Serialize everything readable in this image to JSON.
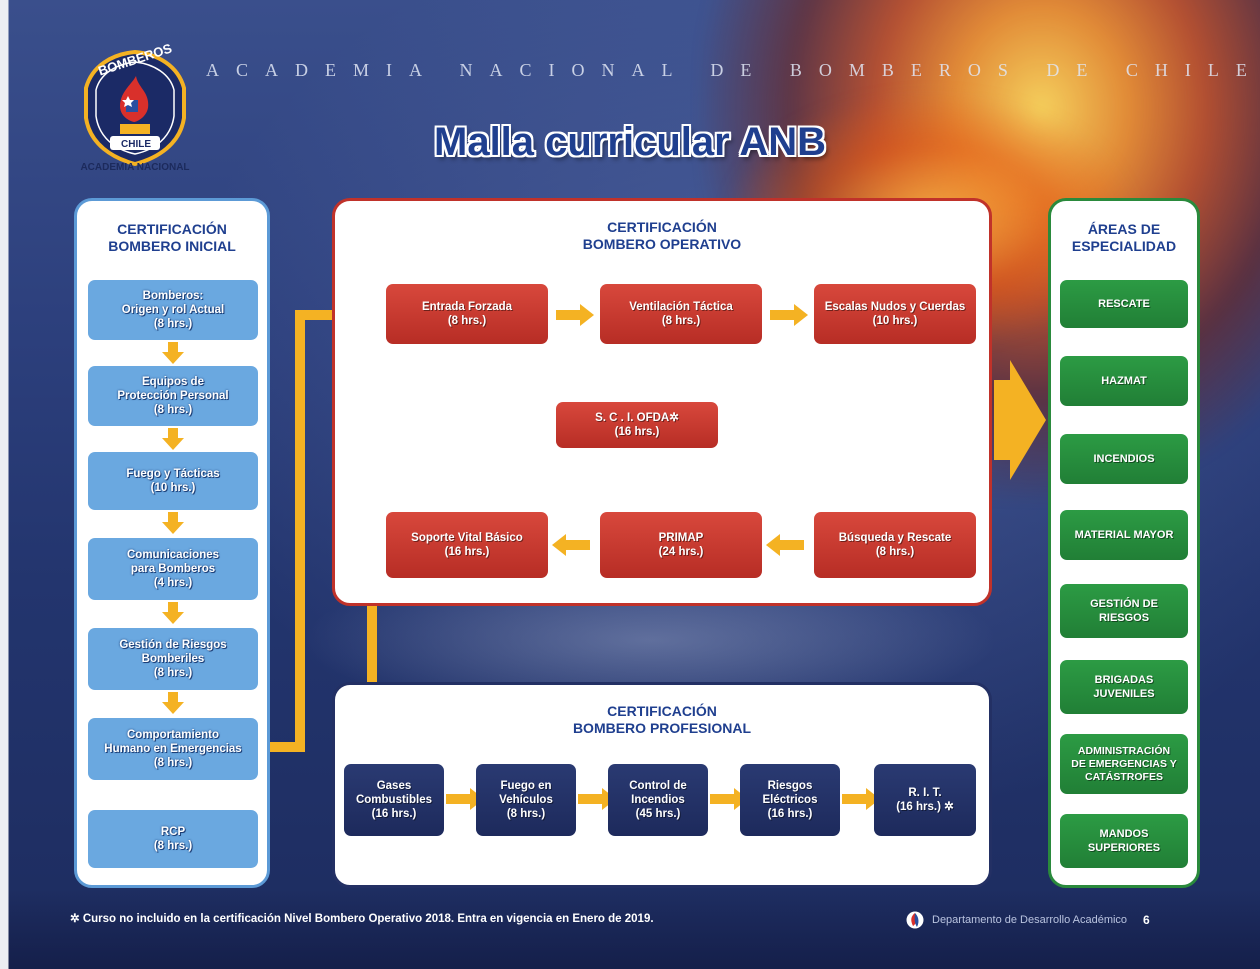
{
  "header": {
    "badge_top": "BOMBEROS",
    "badge_bottom": "CHILE",
    "academy_small": "ACADEMIA NACIONAL",
    "academy_title": "ACADEMIA NACIONAL DE BOMBEROS DE CHILE",
    "main_title": "Malla curricular ANB"
  },
  "inicial": {
    "heading": "CERTIFICACIÓN\nBOMBERO INICIAL",
    "courses": [
      {
        "name": "Bomberos:\nOrigen y rol Actual",
        "hours": "(8 hrs.)"
      },
      {
        "name": "Equipos de\nProtección Personal",
        "hours": "(8 hrs.)"
      },
      {
        "name": "Fuego y Tácticas",
        "hours": "(10 hrs.)"
      },
      {
        "name": "Comunicaciones\npara Bomberos",
        "hours": "(4 hrs.)"
      },
      {
        "name": "Gestión de Riesgos\nBomberiles",
        "hours": "(8 hrs.)"
      },
      {
        "name": "Comportamiento\nHumano en Emergencias",
        "hours": "(8 hrs.)"
      },
      {
        "name": "RCP",
        "hours": "(8 hrs.)"
      }
    ]
  },
  "operativo": {
    "heading": "CERTIFICACIÓN\nBOMBERO OPERATIVO",
    "courses": [
      {
        "name": "Entrada Forzada",
        "hours": "(8 hrs.)"
      },
      {
        "name": "Ventilación Táctica",
        "hours": "(8 hrs.)"
      },
      {
        "name": "Escalas Nudos y Cuerdas",
        "hours": "(10 hrs.)"
      },
      {
        "name": "Búsqueda y Rescate",
        "hours": "(8 hrs.)"
      },
      {
        "name": "PRIMAP",
        "hours": "(24 hrs.)"
      },
      {
        "name": "Soporte Vital Básico",
        "hours": "(16 hrs.)"
      },
      {
        "name": "S. C . I. OFDA✲",
        "hours": "(16 hrs.)"
      }
    ]
  },
  "profesional": {
    "heading": "CERTIFICACIÓN\nBOMBERO PROFESIONAL",
    "courses": [
      {
        "name": "Gases\nCombustibles",
        "hours": "(16 hrs.)"
      },
      {
        "name": "Fuego en\nVehículos",
        "hours": "(8 hrs.)"
      },
      {
        "name": "Control de\nIncendios",
        "hours": "(45 hrs.)"
      },
      {
        "name": "Riesgos\nEléctricos",
        "hours": "(16 hrs.)"
      },
      {
        "name": "R. I. T.",
        "hours": "(16 hrs.) ✲"
      }
    ]
  },
  "areas": {
    "heading": "ÁREAS DE\nESPECIALIDAD",
    "items": [
      "RESCATE",
      "HAZMAT",
      "INCENDIOS",
      "MATERIAL MAYOR",
      "GESTIÓN DE\nRIESGOS",
      "BRIGADAS\nJUVENILES",
      "ADMINISTRACIÓN\nDE EMERGENCIAS Y\nCATÁSTROFES",
      "MANDOS\nSUPERIORES"
    ]
  },
  "footer": {
    "footnote": "✲ Curso no incluido en la certificación Nivel Bombero Operativo 2018. Entra en vigencia en Enero de 2019.",
    "department": "Departamento de Desarrollo Académico",
    "page": "6"
  },
  "colors": {
    "accent_arrow": "#f4b223",
    "inicial": "#6aa8e0",
    "operativo": "#c0322a",
    "profesional": "#233064",
    "areas": "#2a8a3c",
    "title": "#1f3f8f"
  }
}
